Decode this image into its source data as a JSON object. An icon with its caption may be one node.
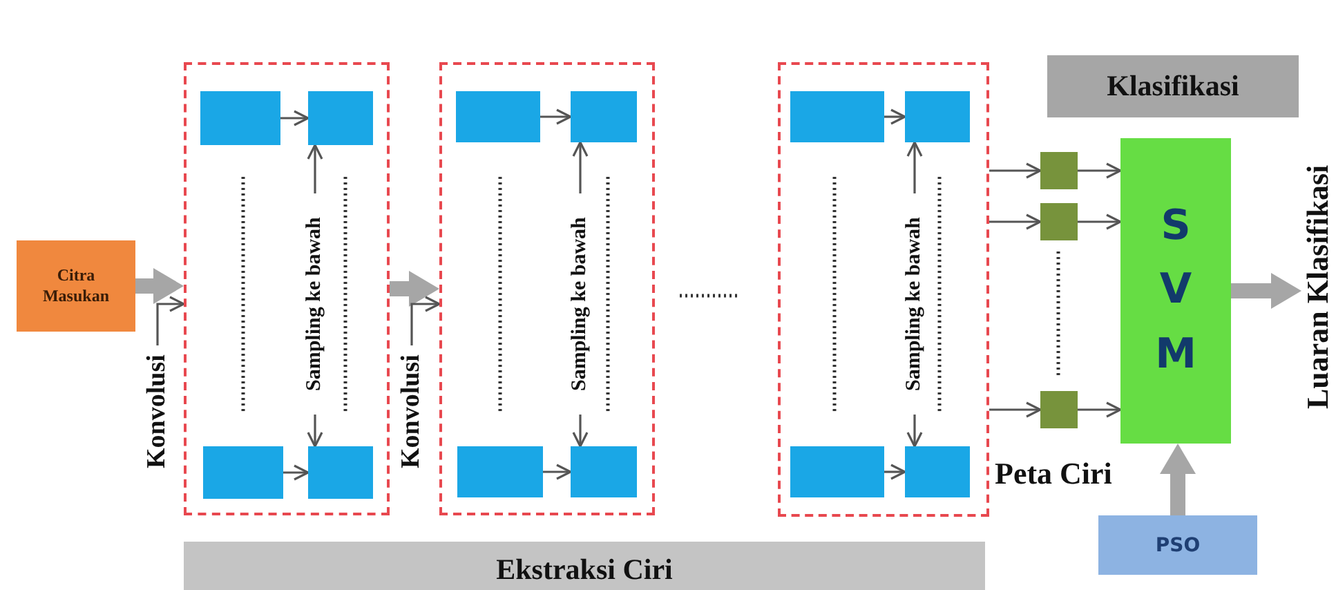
{
  "diagram": {
    "nodes": [
      {
        "text": [
          "Citra Masukan"
        ]
      },
      {
        "text": [
          "Konvolusi"
        ]
      },
      {
        "text": [],
        "shape": "box"
      },
      {
        "text": [],
        "shape": "box",
        "in": 2
      },
      {
        "text": [],
        "shape": "box",
        "in": 2
      },
      {
        "text": [],
        "shape": "box",
        "in": 2
      },
      {
        "text": [],
        "shape": "box",
        "in": 2
      },
      {
        "text": [
          "Sampling ke bawah"
        ],
        "in": 2
      },
      {
        "text": [
          "Konvolusi"
        ]
      },
      {
        "text": [],
        "shape": "box"
      },
      {
        "text": [],
        "shape": "box",
        "in": 9
      },
      {
        "text": [],
        "shape": "box",
        "in": 9
      },
      {
        "text": [],
        "shape": "box",
        "in": 9
      },
      {
        "text": [],
        "shape": "box",
        "in": 9
      },
      {
        "text": [
          "Sampling ke bawah"
        ],
        "in": 9
      },
      {
        "text": [],
        "shape": "box"
      },
      {
        "text": [],
        "shape": "box",
        "in": 15
      },
      {
        "text": [],
        "shape": "box",
        "in": 15
      },
      {
        "text": [],
        "shape": "box",
        "in": 15
      },
      {
        "text": [],
        "shape": "box",
        "in": 15
      },
      {
        "text": [
          "Sampling ke bawah"
        ],
        "in": 15
      },
      {
        "text": [
          "Klasifikasi"
        ]
      },
      {
        "text": [],
        "shape": "box"
      },
      {
        "text": [],
        "shape": "box"
      },
      {
        "text": [],
        "shape": "box"
      },
      {
        "text": [
          "S V M"
        ]
      },
      {
        "text": [
          "Luaran Klasifikasi"
        ]
      },
      {
        "text": [
          "PSO"
        ]
      },
      {
        "text": [
          "Ekstraksi Ciri"
        ]
      }
    ],
    "edges": [
      {
        "from": 0,
        "to": 2,
        "arrow": "to",
        "style": "thick",
        "color": "#a6a6a6"
      },
      {
        "from": 1,
        "to": 2,
        "arrow": "to"
      },
      {
        "from": 3,
        "to": 4,
        "arrow": "to"
      },
      {
        "from": 5,
        "to": 6,
        "arrow": "to"
      },
      {
        "from": 7,
        "to": 4,
        "arrow": "to"
      },
      {
        "from": 7,
        "to": 6,
        "arrow": "to"
      },
      {
        "from": 2,
        "to": 9,
        "arrow": "to",
        "style": "thick",
        "color": "#a6a6a6"
      },
      {
        "from": 8,
        "to": 9,
        "arrow": "to"
      },
      {
        "from": 10,
        "to": 11,
        "arrow": "to"
      },
      {
        "from": 12,
        "to": 13,
        "arrow": "to"
      },
      {
        "from": 14,
        "to": 11,
        "arrow": "to"
      },
      {
        "from": 14,
        "to": 13,
        "arrow": "to"
      },
      {
        "from": 16,
        "to": 17,
        "arrow": "to"
      },
      {
        "from": 18,
        "to": 19,
        "arrow": "to"
      },
      {
        "from": 20,
        "to": 17,
        "arrow": "to"
      },
      {
        "from": 20,
        "to": 19,
        "arrow": "to"
      },
      {
        "from": 15,
        "to": 22,
        "arrow": "to"
      },
      {
        "from": 15,
        "to": 23,
        "arrow": "to"
      },
      {
        "from": 15,
        "to": 24,
        "arrow": "to"
      },
      {
        "from": 22,
        "to": 25,
        "arrow": "to"
      },
      {
        "from": 23,
        "to": 25,
        "arrow": "to"
      },
      {
        "from": 24,
        "to": 25,
        "arrow": "to"
      },
      {
        "from": 25,
        "to": 26,
        "arrow": "to",
        "style": "thick",
        "color": "#a6a6a6"
      },
      {
        "from": 27,
        "to": 25,
        "arrow": "to",
        "style": "thick",
        "color": "#a6a6a6"
      }
    ],
    "labels": [
      "Peta Ciri"
    ]
  }
}
